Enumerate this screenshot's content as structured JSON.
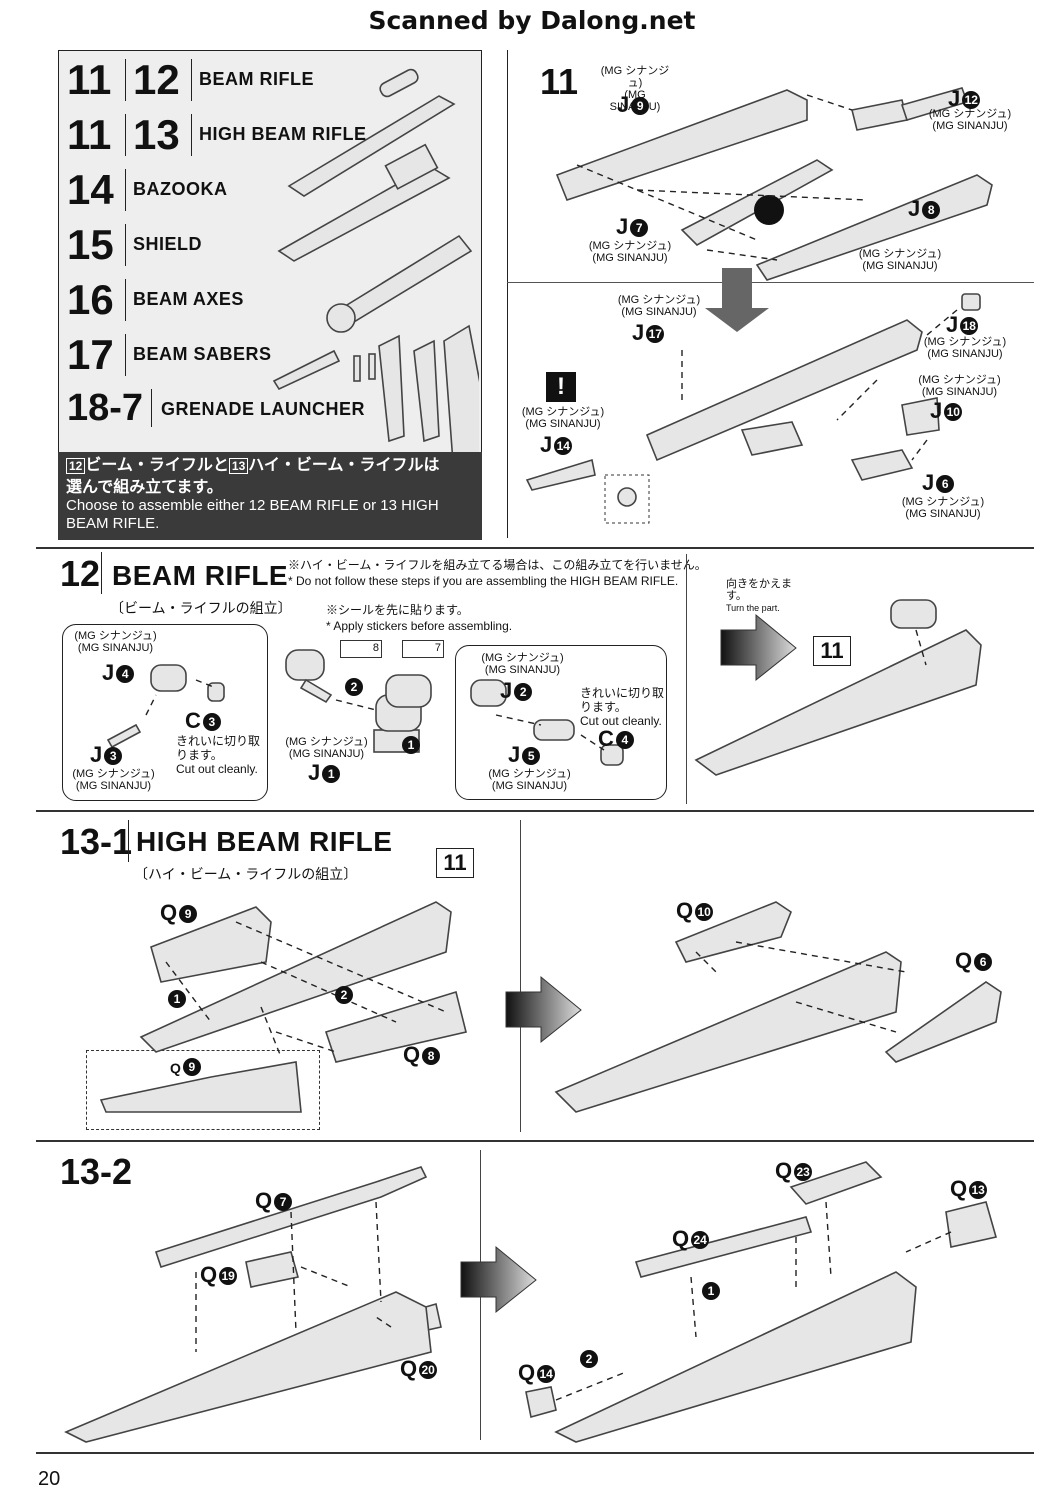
{
  "header": {
    "scan_credit": "Scanned by Dalong.net"
  },
  "index": {
    "rows": [
      {
        "num1": "11",
        "num2": "12",
        "label": "BEAM RIFLE"
      },
      {
        "num1": "11",
        "num2": "13",
        "label": "HIGH BEAM RIFLE"
      },
      {
        "num1": "14",
        "num2": "",
        "label": "BAZOOKA"
      },
      {
        "num1": "15",
        "num2": "",
        "label": "SHIELD"
      },
      {
        "num1": "16",
        "num2": "",
        "label": "BEAM AXES"
      },
      {
        "num1": "17",
        "num2": "",
        "label": "BEAM SABERS"
      },
      {
        "num1": "18-7",
        "num2": "",
        "label": "GRENADE LAUNCHER"
      }
    ],
    "note_jp_a": "12",
    "note_jp_b": "ビーム・ライフルと",
    "note_jp_c": "13",
    "note_jp_d": "ハイ・ビーム・ライフルは",
    "note_jp_e": "選んで組み立てます。",
    "note_en": "Choose to assemble either 12 BEAM RIFLE or 13 HIGH BEAM RIFLE."
  },
  "step11": {
    "num": "11",
    "mg_jp": "(MG シナンジュ)",
    "mg_en": "(MG SINANJU)",
    "parts": [
      "J9",
      "J12",
      "J7",
      "J8",
      "J17",
      "J18",
      "J10",
      "J14",
      "J6"
    ],
    "caution": "!"
  },
  "step12": {
    "num": "12",
    "title": "BEAM RIFLE",
    "subtitle": "〔ビーム・ライフルの組立〕",
    "warn_jp": "※ハイ・ビーム・ライフルを組み立てる場合は、この組み立てを行いません。",
    "warn_en": "* Do not follow these steps if you are assembling the HIGH BEAM RIFLE.",
    "sticker_jp": "※シールを先に貼ります。",
    "sticker_en": "* Apply stickers before assembling.",
    "stickers": [
      "8",
      "7"
    ],
    "cut_jp": "きれいに切り取ります。",
    "cut_en": "Cut out cleanly.",
    "turn_jp": "向きをかえます。",
    "turn_en": "Turn the part.",
    "ref": "11",
    "parts": [
      "J4",
      "C3",
      "J3",
      "J1",
      "J2",
      "J5",
      "C4"
    ]
  },
  "step13_1": {
    "num": "13-1",
    "title": "HIGH BEAM RIFLE",
    "subtitle": "〔ハイ・ビーム・ライフルの組立〕",
    "ref": "11",
    "parts": [
      "Q9",
      "Q8",
      "Q10",
      "Q6"
    ]
  },
  "step13_2": {
    "num": "13-2",
    "parts": [
      "Q7",
      "Q19",
      "Q20",
      "Q23",
      "Q13",
      "Q24",
      "Q14"
    ]
  },
  "footer": {
    "page": "20"
  }
}
